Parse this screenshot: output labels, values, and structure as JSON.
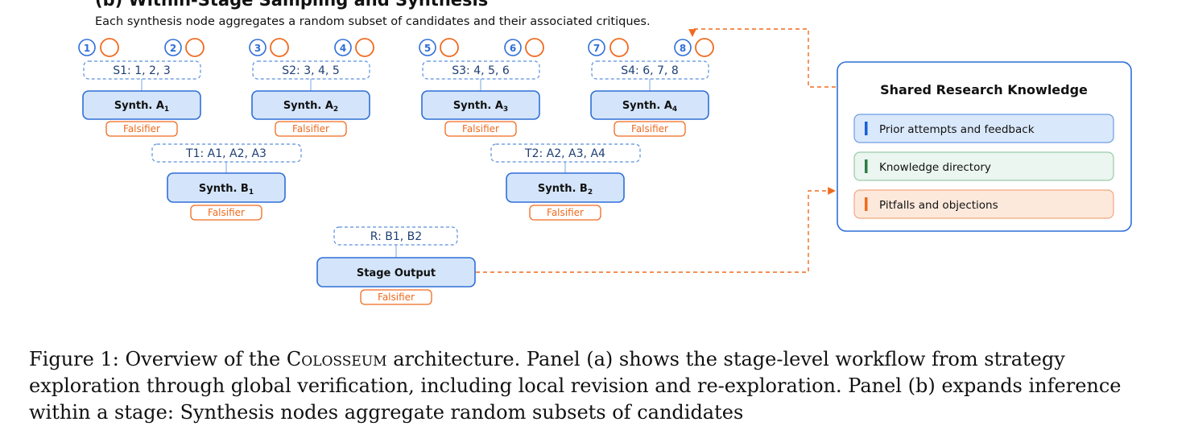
{
  "panel": {
    "title": "(b) Within-Stage Sampling and Synthesis",
    "subtitle": "Each synthesis node aggregates a random subset of candidates and their associated critiques."
  },
  "candidates": [
    {
      "number": "1"
    },
    {
      "number": "2"
    },
    {
      "number": "3"
    },
    {
      "number": "4"
    },
    {
      "number": "5"
    },
    {
      "number": "6"
    },
    {
      "number": "7"
    },
    {
      "number": "8"
    }
  ],
  "subsets": {
    "s1": "S1: 1, 2, 3",
    "s2": "S2: 3, 4, 5",
    "s3": "S3: 4, 5, 6",
    "s4": "S4: 6, 7, 8",
    "t1": "T1: A1, A2, A3",
    "t2": "T2: A2, A3, A4",
    "r": "R: B1, B2"
  },
  "nodes": {
    "a1": {
      "label": "Synth. A",
      "sub": "1"
    },
    "a2": {
      "label": "Synth. A",
      "sub": "2"
    },
    "a3": {
      "label": "Synth. A",
      "sub": "3"
    },
    "a4": {
      "label": "Synth. A",
      "sub": "4"
    },
    "b1": {
      "label": "Synth. B",
      "sub": "1"
    },
    "b2": {
      "label": "Synth. B",
      "sub": "2"
    },
    "output": {
      "label": "Stage Output"
    }
  },
  "falsifier_label": "Falsifier",
  "knowledge": {
    "title": "Shared Research Knowledge",
    "items": [
      {
        "label": "Prior attempts and feedback",
        "accent": "#1a5fd6"
      },
      {
        "label": "Knowledge directory",
        "accent": "#2e7d46"
      },
      {
        "label": "Pitfalls and objections",
        "accent": "#f06a1e"
      }
    ]
  },
  "colors": {
    "blue": "#2f6fd8",
    "node_fill": "#d4e5fb",
    "orange": "#f06a1e",
    "green_fill": "#eaf6ef",
    "orange_fill": "#fde9dc"
  },
  "caption": {
    "fig": "Figure 1:",
    "pre": "Overview of the",
    "name": "Colosseum",
    "post": "architecture. Panel (a) shows the stage-level workflow from strategy exploration through global verification, including local revision and re-exploration. Panel (b) expands inference within a stage: Synthesis nodes aggregate random subsets of candidates"
  }
}
